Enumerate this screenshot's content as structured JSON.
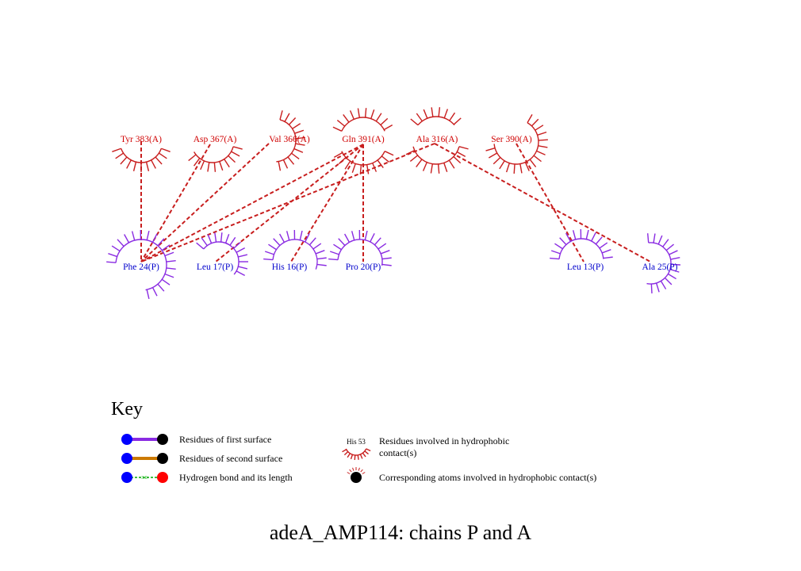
{
  "colors": {
    "chain_a": "#c81e1e",
    "chain_p": "#8a2be2",
    "label_a": "#d00000",
    "label_p": "#0000cc",
    "contact": "#c81e1e",
    "first_surface_bond": "#8a2be2",
    "second_surface_bond": "#cc7a00",
    "hbond": "#00aa00",
    "donor": "#0000ff",
    "acceptor": "#ff0000",
    "atom": "#000000"
  },
  "residues_chain_a": [
    {
      "id": "tyr383",
      "label": "Tyr 383(A)"
    },
    {
      "id": "asp367",
      "label": "Asp 367(A)"
    },
    {
      "id": "val366",
      "label": "Val 366(A)"
    },
    {
      "id": "gln391",
      "label": "Gln 391(A)"
    },
    {
      "id": "ala316",
      "label": "Ala 316(A)"
    },
    {
      "id": "ser390",
      "label": "Ser 390(A)"
    }
  ],
  "residues_chain_p": [
    {
      "id": "phe24",
      "label": "Phe 24(P)"
    },
    {
      "id": "leu17",
      "label": "Leu 17(P)"
    },
    {
      "id": "his16",
      "label": "His 16(P)"
    },
    {
      "id": "pro20",
      "label": "Pro 20(P)"
    },
    {
      "id": "leu13",
      "label": "Leu 13(P)"
    },
    {
      "id": "ala25",
      "label": "Ala 25(P)"
    }
  ],
  "hydrophobic_contacts": [
    [
      "tyr383",
      "phe24"
    ],
    [
      "asp367",
      "phe24"
    ],
    [
      "val366",
      "phe24"
    ],
    [
      "gln391",
      "leu17"
    ],
    [
      "gln391",
      "his16"
    ],
    [
      "gln391",
      "pro20"
    ],
    [
      "ala316",
      "phe24"
    ],
    [
      "ala316",
      "ala25"
    ],
    [
      "ser390",
      "leu13"
    ],
    [
      "gln391",
      "phe24"
    ]
  ],
  "key": {
    "title": "Key",
    "first_surface": "Residues of first surface",
    "second_surface": "Residues of second surface",
    "hbond": "Hydrogen bond and its length",
    "hbond_length": "3.0",
    "hydrophobic_sample_label": "His 53",
    "hydrophobic_line1": "Residues involved in hydrophobic",
    "hydrophobic_line2": "contact(s)",
    "hydrophobic_atoms": "Corresponding atoms involved in hydrophobic contact(s)"
  },
  "title": "adeA_AMP114: chains P and A"
}
